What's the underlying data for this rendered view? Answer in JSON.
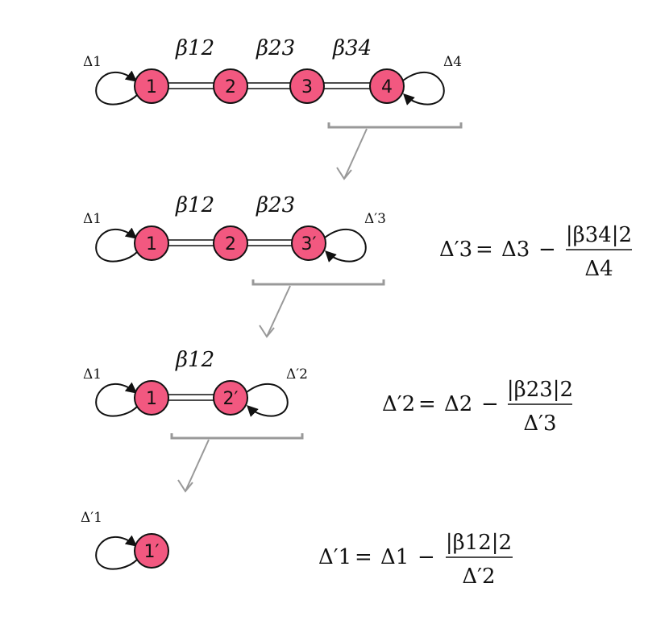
{
  "colors": {
    "node_fill": "#f25880",
    "node_stroke": "#111111",
    "arrow": "#999999"
  },
  "row1": {
    "nodes": [
      "1",
      "2",
      "3",
      "4"
    ],
    "couplings": [
      "β12",
      "β23",
      "β34"
    ],
    "self_left": "Δ1",
    "self_right": "Δ4"
  },
  "row2": {
    "nodes": [
      "1",
      "2",
      "3′"
    ],
    "couplings": [
      "β12",
      "β23"
    ],
    "self_left": "Δ1",
    "self_right": "Δ′3",
    "equation": {
      "lhs": "Δ′3",
      "rhs_a": "Δ3",
      "num": "|β34|2",
      "den": "Δ4"
    }
  },
  "row3": {
    "nodes": [
      "1",
      "2′"
    ],
    "couplings": [
      "β12"
    ],
    "self_left": "Δ1",
    "self_right": "Δ′2",
    "equation": {
      "lhs": "Δ′2",
      "rhs_a": "Δ2",
      "num": "|β23|2",
      "den": "Δ′3"
    }
  },
  "row4": {
    "nodes": [
      "1′"
    ],
    "self_left": "Δ′1",
    "equation": {
      "lhs": "Δ′1",
      "rhs_a": "Δ1",
      "num": "|β12|2",
      "den": "Δ′2"
    }
  }
}
